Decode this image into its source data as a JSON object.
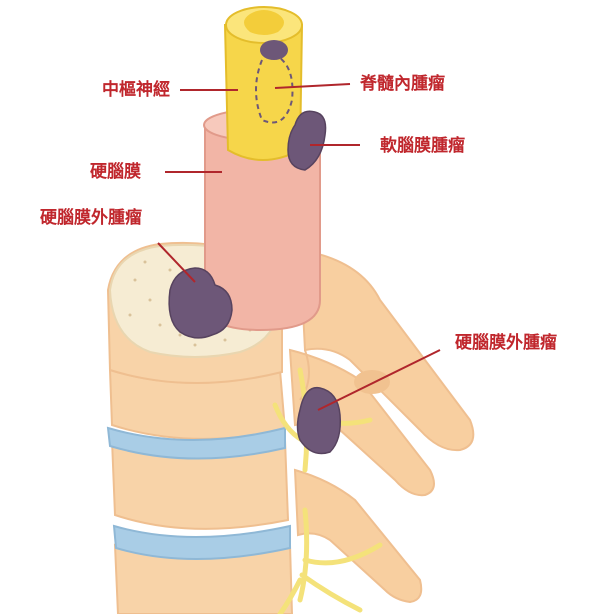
{
  "colors": {
    "label_text": "#c0272d",
    "leader_line": "#b0262c",
    "spinal_cord": "#f6d64a",
    "dura": "#f2b5a6",
    "vertebra": "#f7cfa3",
    "bone_cut": "#f6ecd3",
    "disc": "#a9cde6",
    "tumor": "#6d5778",
    "nerve": "#f4e27a"
  },
  "labels": {
    "central_nervous_system": "中樞神經",
    "intramedullary_tumor": "脊髓內腫瘤",
    "leptomeningeal_tumor": "軟腦膜腫瘤",
    "dura_mater": "硬腦膜",
    "extradural_tumor_upper": "硬腦膜外腫瘤",
    "extradural_tumor_lower": "硬腦膜外腫瘤"
  }
}
